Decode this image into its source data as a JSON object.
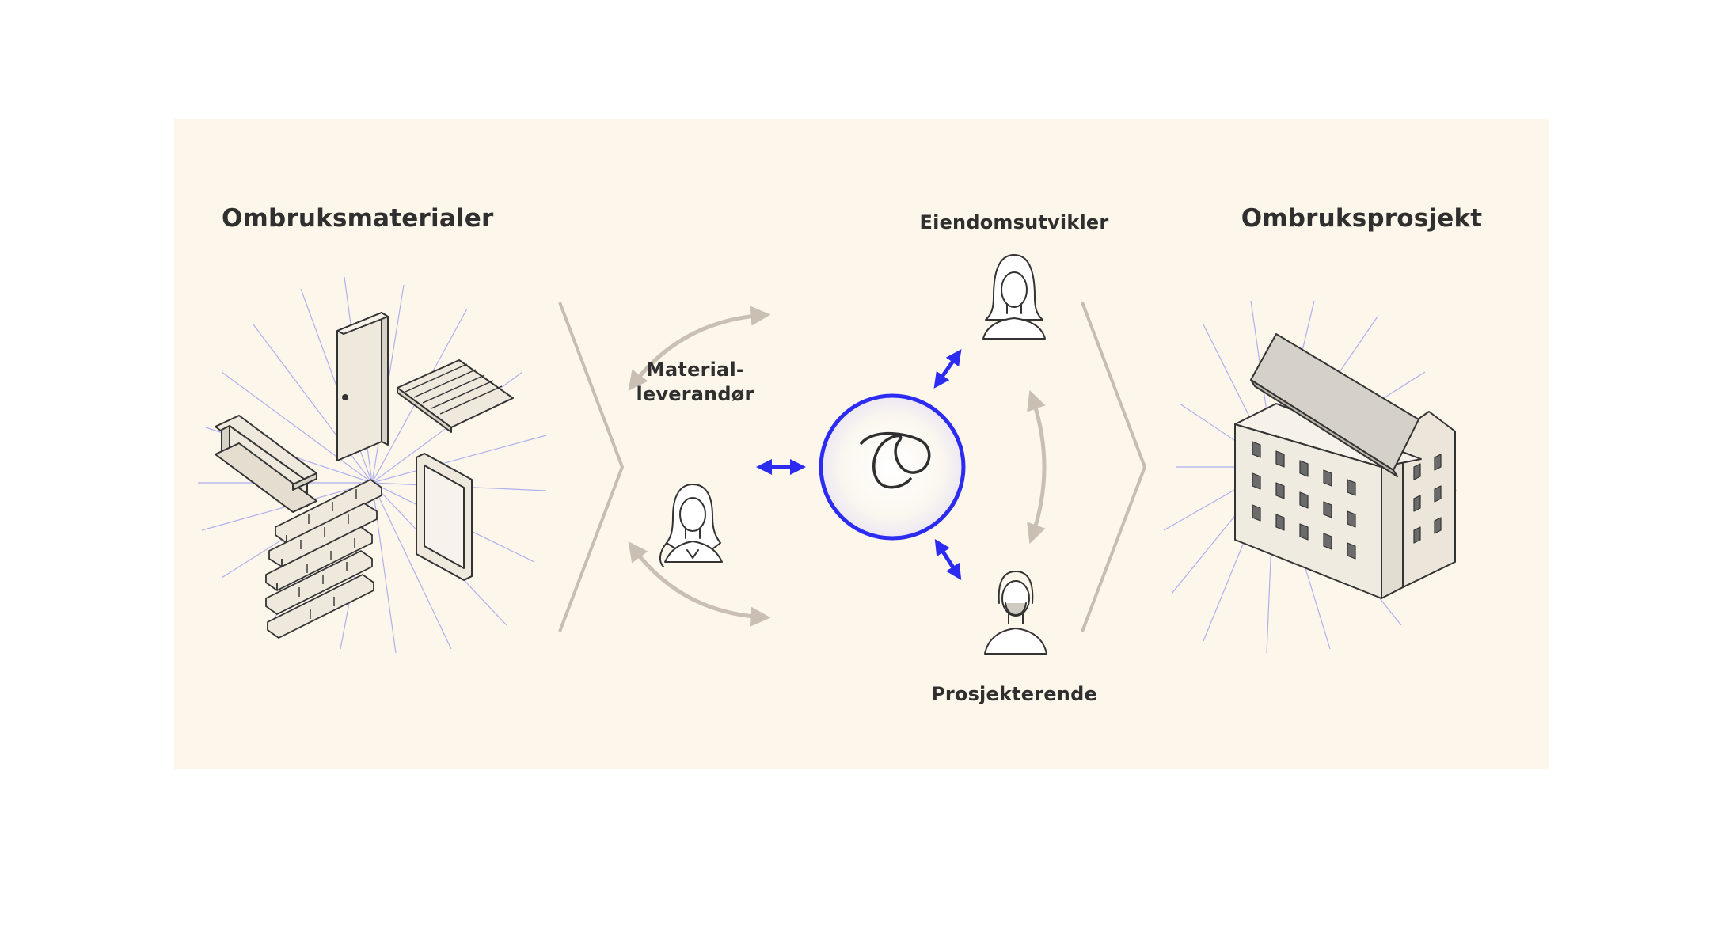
{
  "left_title": "Ombruksmaterialer",
  "right_title": "Ombruksprosjekt",
  "roles": {
    "material_supplier": "Material-\nleverandør",
    "developer": "Eiendomsutvikler",
    "designer": "Prosjekterende"
  },
  "colors": {
    "panel_background": "#fdf6eb",
    "accent_blue": "#2b2bf2",
    "grey_arrow": "#c9c0b3",
    "ink": "#2f2f2f"
  },
  "icons": [
    "door-icon",
    "steel-beam-icon",
    "corrugated-sheet-icon",
    "brick-wall-icon",
    "window-frame-icon",
    "person-icon",
    "platform-logo-icon",
    "building-icon",
    "chevron-right-icon"
  ]
}
